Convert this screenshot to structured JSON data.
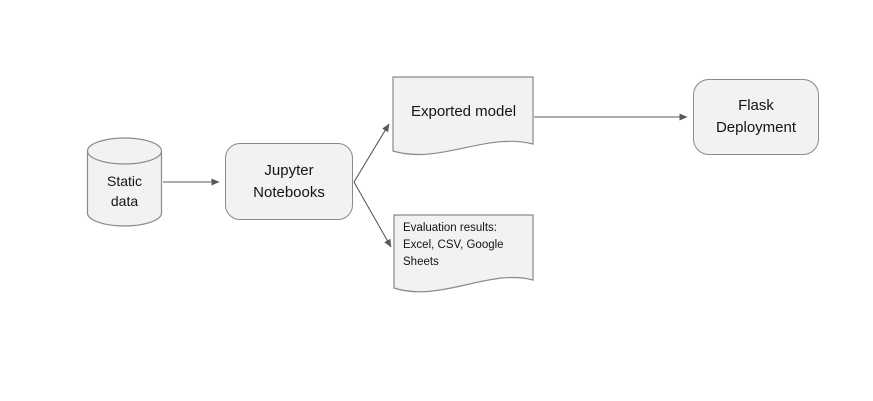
{
  "diagram": {
    "nodes": {
      "static_data": {
        "label": "Static\ndata",
        "shape": "cylinder"
      },
      "jupyter_notebooks": {
        "label": "Jupyter\nNotebooks",
        "shape": "rounded-rect"
      },
      "exported_model": {
        "label": "Exported model",
        "shape": "document"
      },
      "evaluation_results": {
        "label": "Evaluation results:\nExcel, CSV, Google\nSheets",
        "shape": "document"
      },
      "flask_deployment": {
        "label": "Flask\nDeployment",
        "shape": "rounded-rect"
      }
    },
    "edges": [
      {
        "from": "static_data",
        "to": "jupyter_notebooks"
      },
      {
        "from": "jupyter_notebooks",
        "to": "exported_model"
      },
      {
        "from": "jupyter_notebooks",
        "to": "evaluation_results"
      },
      {
        "from": "exported_model",
        "to": "flask_deployment"
      }
    ],
    "colors": {
      "node_fill": "#f2f2f2",
      "node_border": "#8a8a8a",
      "arrow": "#595959",
      "text": "#141414",
      "background": "#ffffff"
    }
  }
}
